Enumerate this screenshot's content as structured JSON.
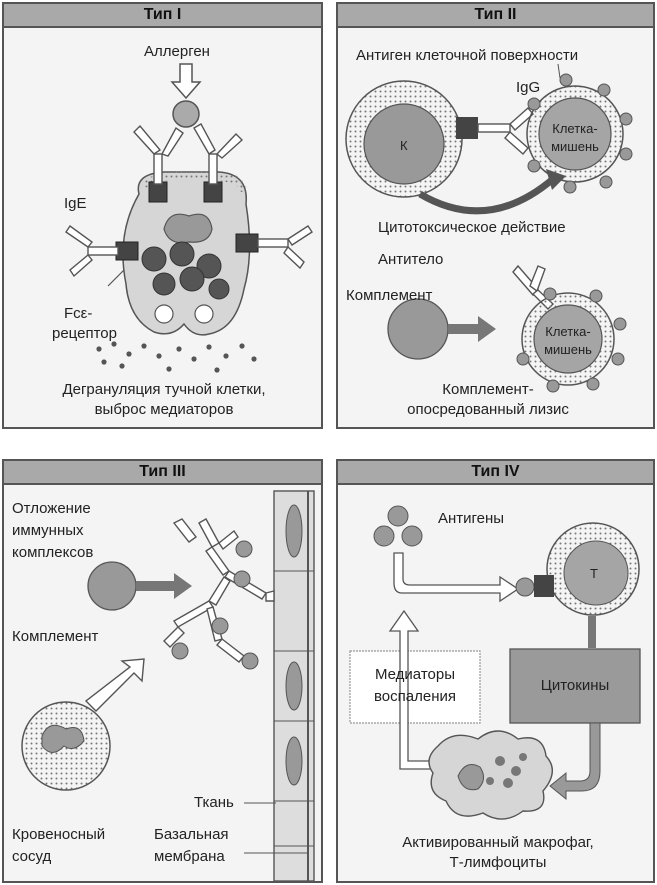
{
  "panels": {
    "type1": {
      "title": "Тип I",
      "allergen": "Аллерген",
      "ige": "IgE",
      "receptor_line1": "Fcε-",
      "receptor_line2": "рецептор",
      "caption_line1": "Дегрануляция тучной клетки,",
      "caption_line2": "выброс медиаторов"
    },
    "type2": {
      "title": "Тип II",
      "antigen": "Антиген клеточной поверхности",
      "igg": "IgG",
      "k_cell": "К",
      "target_line1": "Клетка-",
      "target_line2": "мишень",
      "cytotoxic": "Цитотоксическое действие",
      "antibody": "Антитело",
      "complement": "Комплемент",
      "target2_line1": "Клетка-",
      "target2_line2": "мишень",
      "lysis_line1": "Комплемент-",
      "lysis_line2": "опосредованный лизис"
    },
    "type3": {
      "title": "Тип III",
      "deposit_line1": "Отложение",
      "deposit_line2": "иммунных",
      "deposit_line3": "комплексов",
      "complement": "Комплемент",
      "tissue": "Ткань",
      "vessel_line1": "Кровеносный",
      "vessel_line2": "сосуд",
      "membrane_line1": "Базальная",
      "membrane_line2": "мембрана"
    },
    "type4": {
      "title": "Тип IV",
      "antigens": "Антигены",
      "t_cell": "Т",
      "mediators_line1": "Медиаторы",
      "mediators_line2": "воспаления",
      "cytokines": "Цитокины",
      "caption_line1": "Активированный макрофаг,",
      "caption_line2": "Т-лимфоциты"
    }
  }
}
